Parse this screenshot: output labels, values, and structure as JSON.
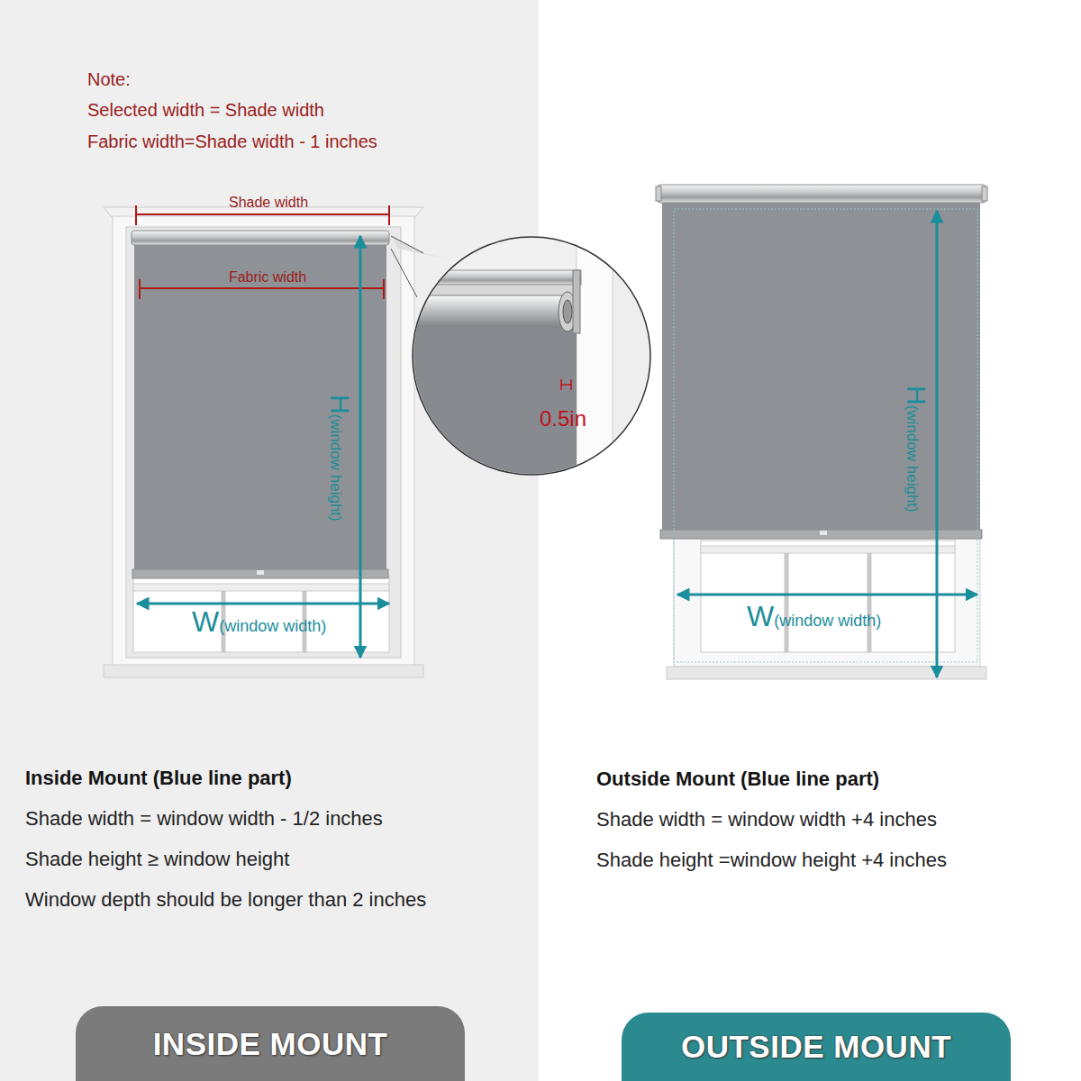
{
  "diagram": {
    "nodes": [
      {
        "text": [
          "INSIDE MOUNT"
        ]
      },
      {
        "text": [
          "OUTSIDE MOUNT"
        ]
      }
    ],
    "edges": [],
    "labels": [
      "Note:",
      "Selected width = Shade width",
      "Fabric width=Shade width - 1 inches",
      "Shade width",
      "Fabric width",
      "H",
      "(window height)",
      "0.5in",
      "W",
      "(window width)",
      "H",
      "(window height)",
      "W",
      "(window width)",
      "Inside Mount (Blue line part)",
      "Shade width = window width - 1/2 inches",
      "Shade height ≥ window height",
      "Window depth should be longer than 2 inches",
      "Outside Mount (Blue line part)",
      "Shade width = window width +4 inches",
      "Shade height =window height +4 inches"
    ]
  }
}
